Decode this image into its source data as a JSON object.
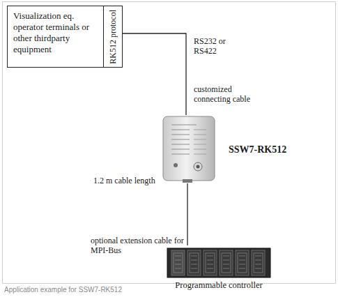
{
  "diagram": {
    "caption": "Application example for SSW7-RK512",
    "nodes": [
      {
        "text": [
          "Visualization eq. operator terminals or other thirdparty equipment",
          "RK512 protocol"
        ]
      },
      {
        "text": [
          "SSW7-RK512"
        ]
      },
      {
        "text": [
          "Programmable controller"
        ]
      }
    ],
    "edges": [
      {
        "from": 0,
        "to": 1,
        "arrow": "none"
      },
      {
        "from": 1,
        "to": 2,
        "arrow": "none"
      }
    ],
    "labels": [
      "RS232 or RS422",
      "customized connecting cable",
      "1.2 m cable length",
      "optional extension cable for MPI-Bus"
    ]
  }
}
